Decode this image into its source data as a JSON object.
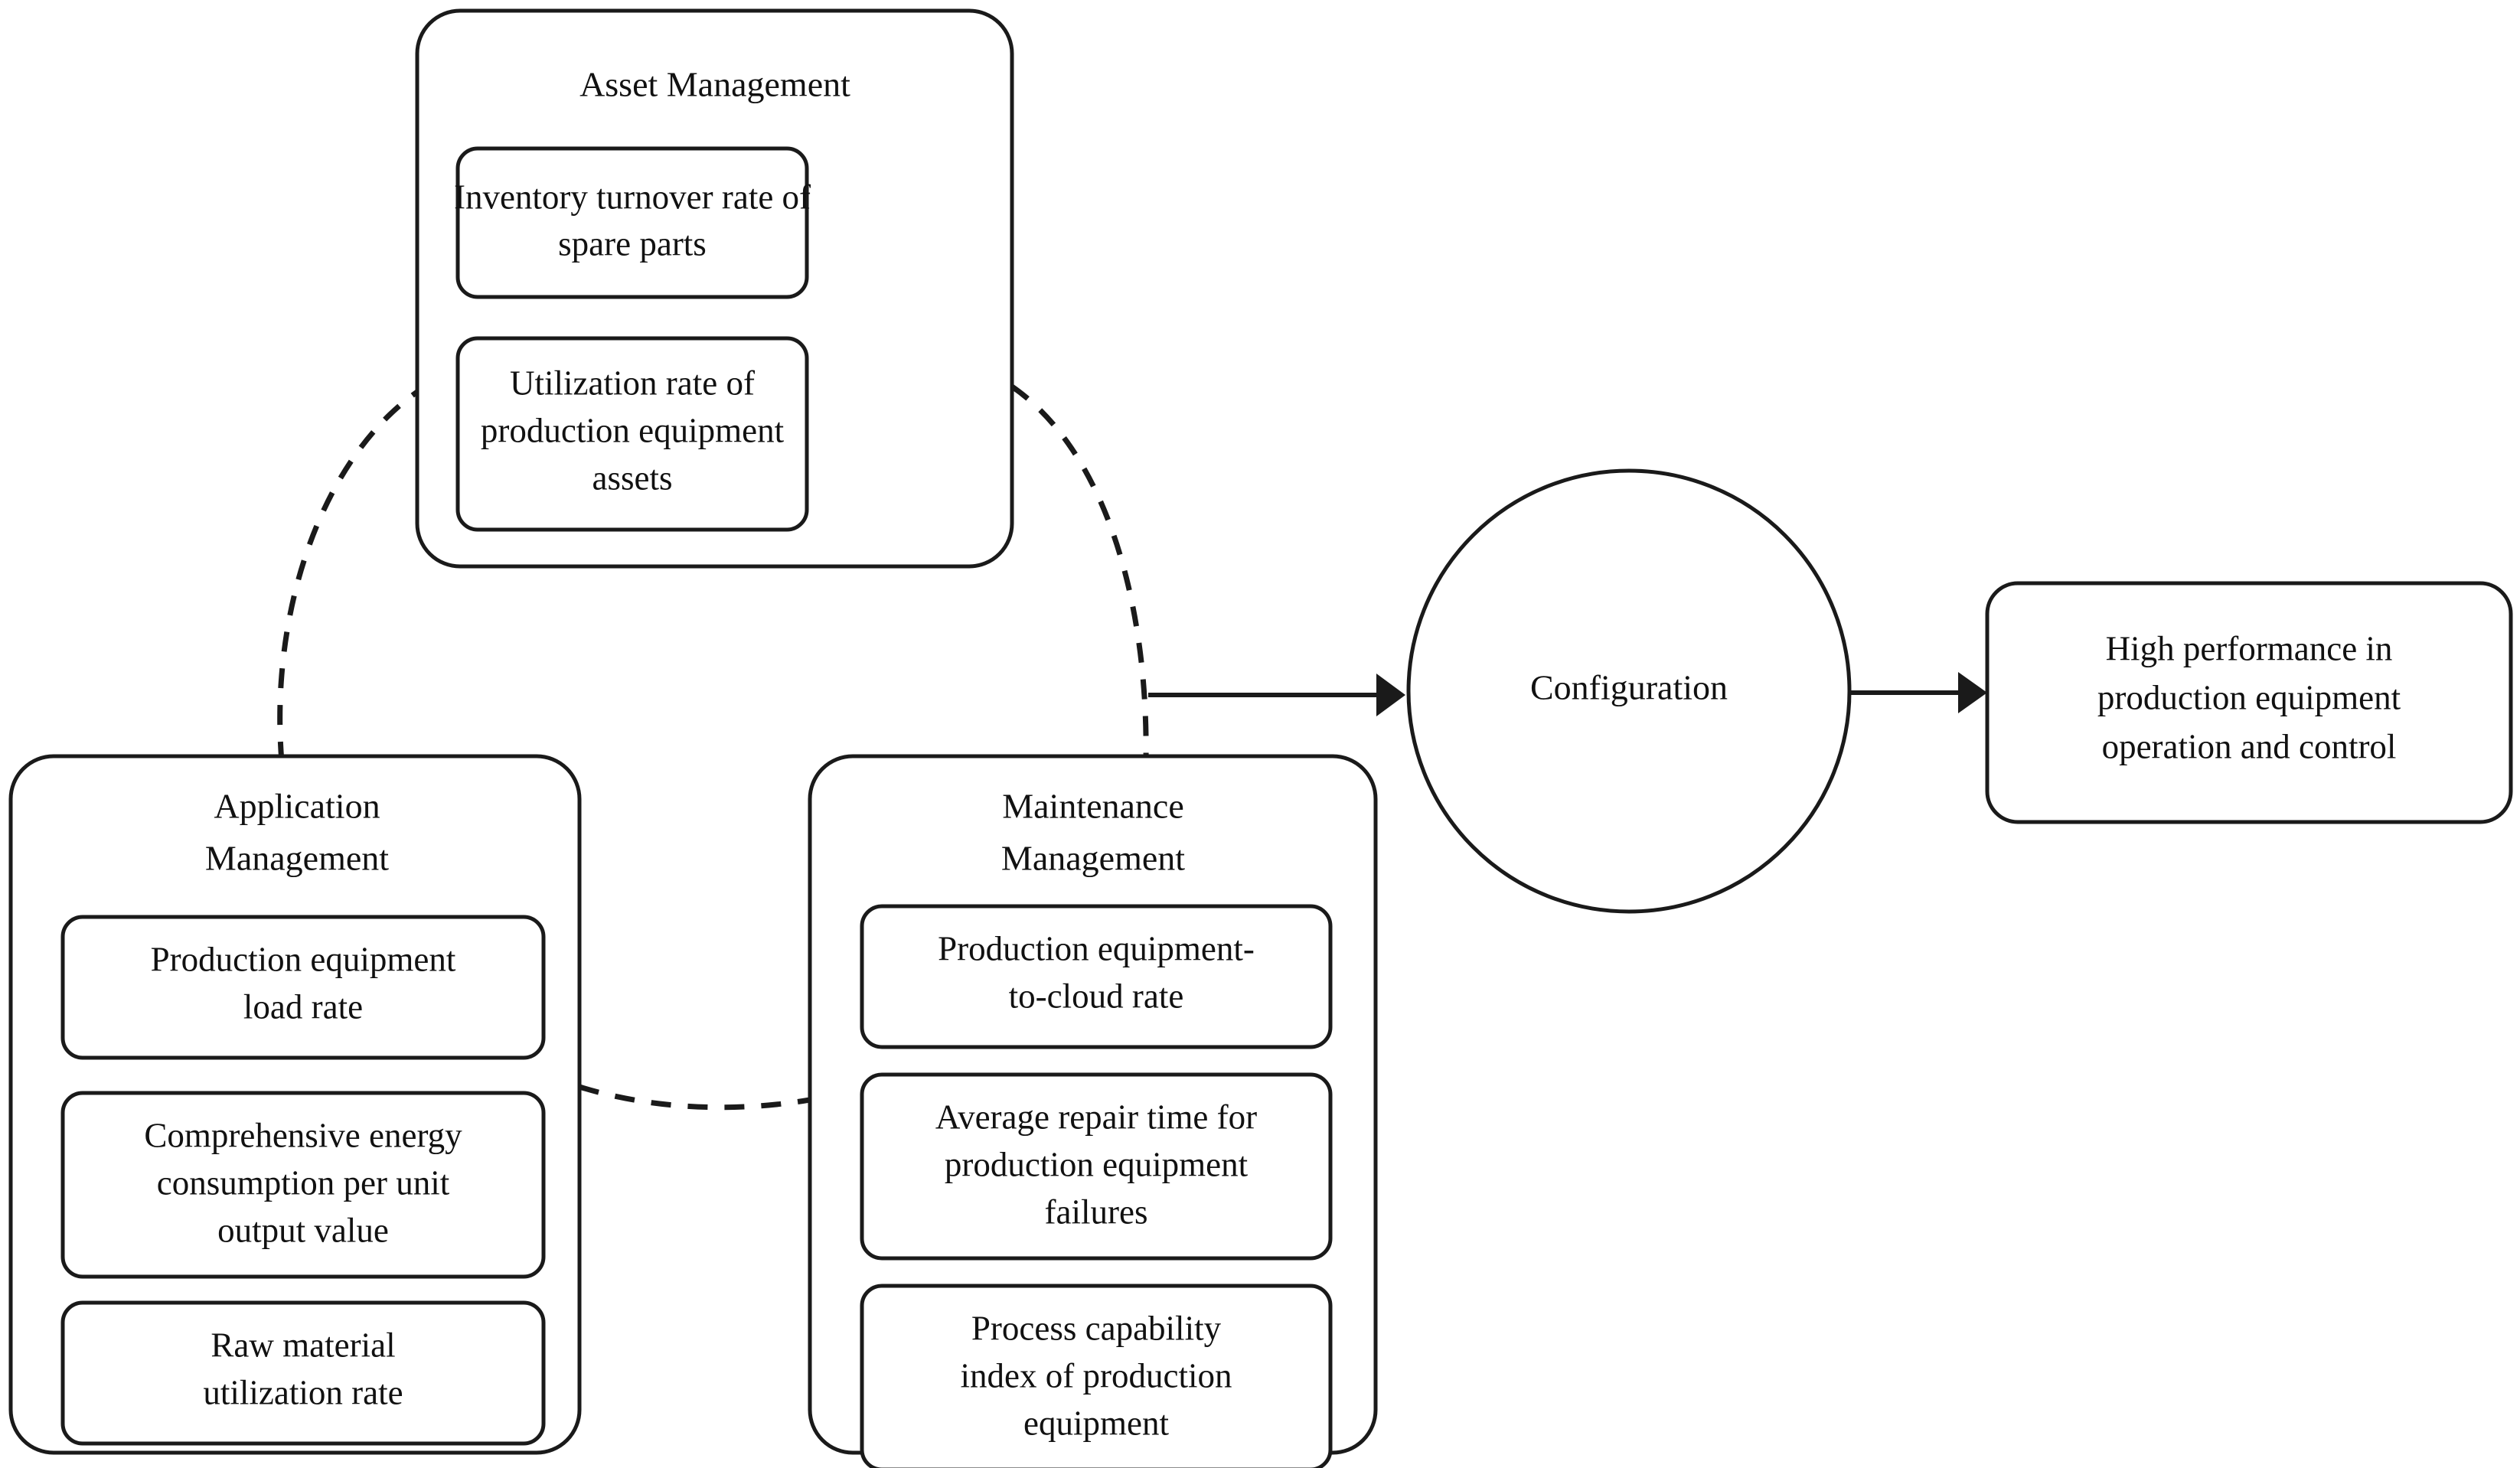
{
  "diagram": {
    "title": "Configuration path to high performance in production equipment operation and control",
    "accent_color": "#1a1a1a",
    "background_color": "#ffffff",
    "groups": [
      {
        "id": "asset-management",
        "title": "Asset Management",
        "items": [
          {
            "lines": [
              "Inventory turnover rate of",
              "spare parts"
            ]
          },
          {
            "lines": [
              "Utilization rate of",
              "production equipment",
              "assets"
            ]
          }
        ]
      },
      {
        "id": "application-management",
        "title_lines": [
          "Application",
          "Management"
        ],
        "items": [
          {
            "lines": [
              "Production equipment",
              "load rate"
            ]
          },
          {
            "lines": [
              "Comprehensive energy",
              "consumption per unit",
              "output value"
            ]
          },
          {
            "lines": [
              "Raw material",
              "utilization rate"
            ]
          }
        ]
      },
      {
        "id": "maintenance-management",
        "title_lines": [
          "Maintenance",
          "Management"
        ],
        "items": [
          {
            "lines": [
              "Production equipment-",
              "to-cloud rate"
            ]
          },
          {
            "lines": [
              "Average repair time for",
              "production equipment",
              "failures"
            ]
          },
          {
            "lines": [
              "Process capability",
              "index of production",
              "equipment"
            ]
          }
        ]
      }
    ],
    "configuration_node": {
      "label": "Configuration",
      "shape": "circle"
    },
    "outcome_node": {
      "lines": [
        "High performance in",
        "production equipment",
        "operation and control"
      ],
      "shape": "rounded-rectangle"
    },
    "connectors": [
      {
        "id": "app-to-asset",
        "style": "dashed",
        "from": "application-management",
        "to": "asset-management"
      },
      {
        "id": "asset-to-maintenance",
        "style": "dashed",
        "from": "asset-management",
        "to": "maintenance-management"
      },
      {
        "id": "app-to-maintenance",
        "style": "dashed",
        "from": "application-management",
        "to": "maintenance-management"
      },
      {
        "id": "groups-to-configuration",
        "style": "solid-arrow",
        "from": "maintenance-management",
        "to": "configuration"
      },
      {
        "id": "configuration-to-outcome",
        "style": "solid-arrow",
        "from": "configuration",
        "to": "outcome"
      }
    ]
  }
}
